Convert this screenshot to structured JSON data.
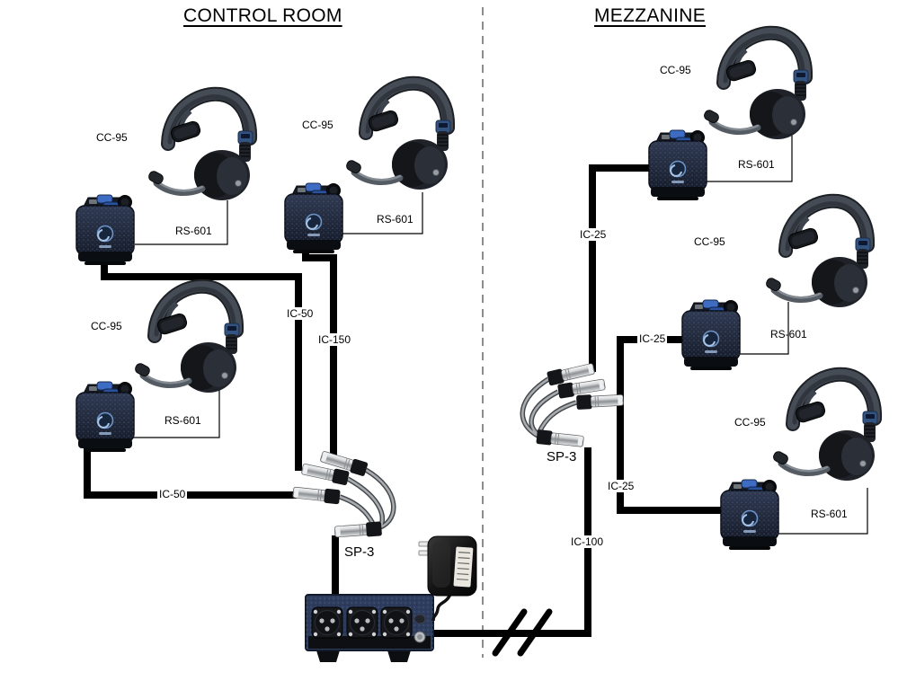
{
  "diagram": {
    "sections": {
      "control_room": {
        "title": "CONTROL ROOM"
      },
      "mezzanine": {
        "title": "MEZZANINE"
      }
    },
    "device_labels": {
      "headset": "CC-95",
      "beltpack": "RS-601",
      "splitter": "SP-3"
    },
    "cable_labels": {
      "cr_riser_1": "IC-50",
      "cr_riser_2": "IC-150",
      "cr_run_bottom": "IC-50",
      "mz_drop_1": "IC-25",
      "mz_drop_2": "IC-25",
      "mz_drop_3": "IC-25",
      "mz_trunk": "IC-100"
    },
    "colors": {
      "cable": "#000000",
      "divider": "#8c8c8c",
      "label_text": "#000000",
      "station_body": "#2e3d5e",
      "beltpack_body": "#242c3e",
      "accent_blue": "#3e6cc2",
      "connector_silver": "#c9ccce"
    }
  }
}
